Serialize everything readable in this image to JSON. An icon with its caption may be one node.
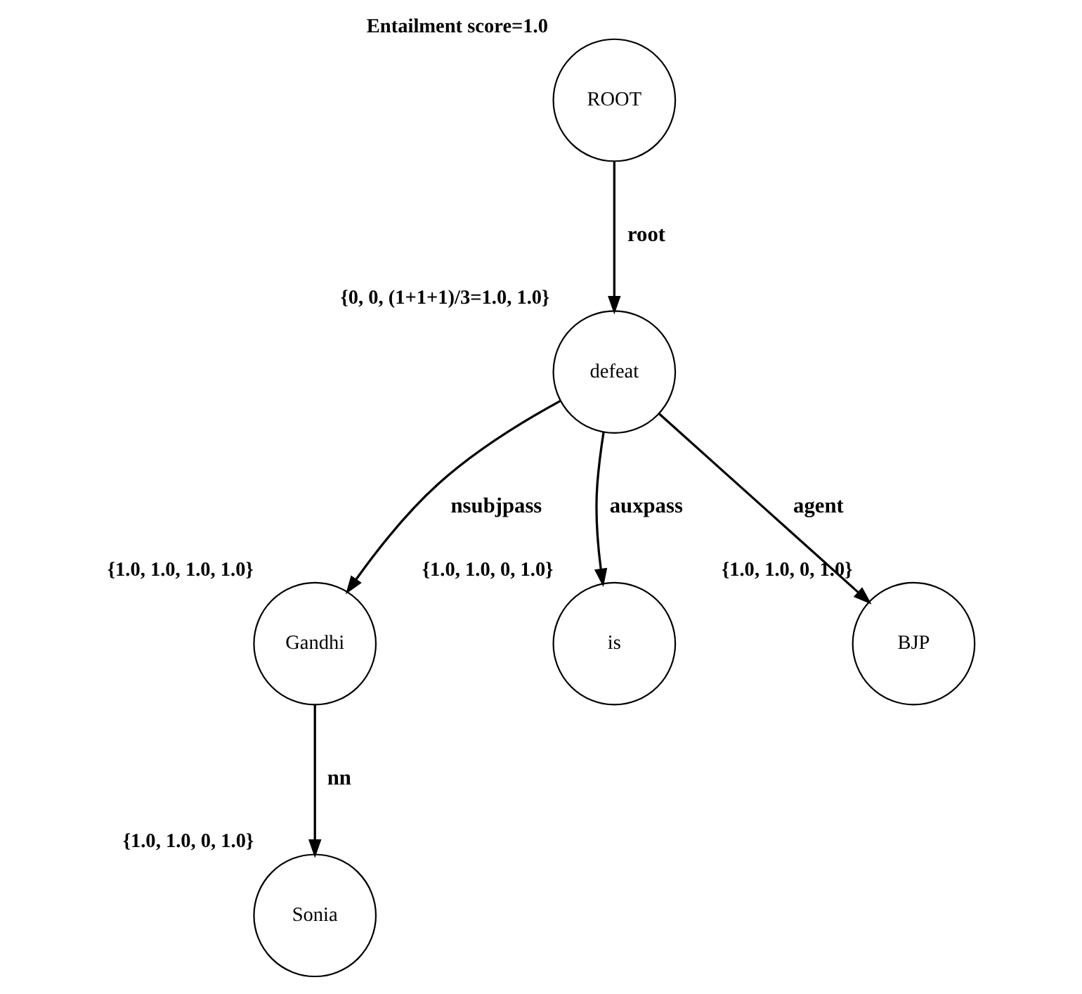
{
  "diagram": {
    "nodes": [
      {
        "text": [
          "ROOT"
        ],
        "beside": [
          "Entailment score=1.0"
        ]
      },
      {
        "text": [
          "defeat"
        ],
        "beside": [
          "{0, 0, (1+1+1)/3=1.0, 1.0}"
        ]
      },
      {
        "text": [
          "Gandhi"
        ],
        "beside": [
          "{1.0, 1.0, 1.0, 1.0}"
        ]
      },
      {
        "text": [
          "is"
        ],
        "beside": [
          "{1.0, 1.0, 0, 1.0}"
        ]
      },
      {
        "text": [
          "BJP"
        ],
        "beside": [
          "{1.0, 1.0, 0, 1.0}"
        ]
      },
      {
        "text": [
          "Sonia"
        ],
        "beside": [
          "{1.0, 1.0, 0, 1.0}"
        ]
      }
    ],
    "edges": [
      {
        "from": 0,
        "to": 1,
        "arrow": "to",
        "label": "root"
      },
      {
        "from": 1,
        "to": 2,
        "arrow": "to",
        "label": "nsubjpass"
      },
      {
        "from": 1,
        "to": 3,
        "arrow": "to",
        "label": "auxpass"
      },
      {
        "from": 1,
        "to": 4,
        "arrow": "to",
        "label": "agent"
      },
      {
        "from": 2,
        "to": 5,
        "arrow": "to",
        "label": "nn"
      }
    ]
  }
}
